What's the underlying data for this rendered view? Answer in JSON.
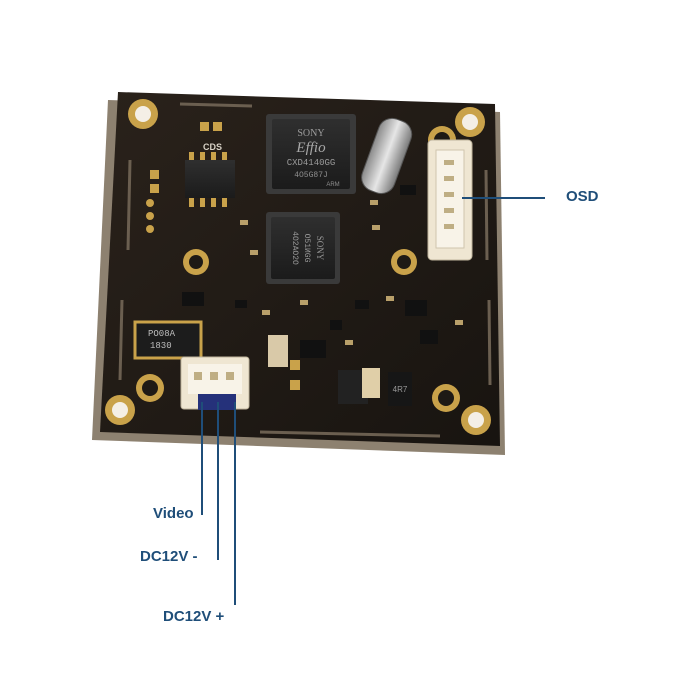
{
  "labels": {
    "osd": "OSD",
    "video": "Video",
    "dc_minus": "DC12V -",
    "dc_plus": "DC12V +"
  },
  "chip_main": {
    "brand": "SONY",
    "name": "Effio",
    "part": "CXD4140GG",
    "code": "4O5G87J",
    "mark": "ARM"
  },
  "chip_second": {
    "brand": "SONY",
    "line1": "O51ИGG",
    "line2": "4O2AO2O"
  },
  "silkscreen": {
    "cds": "CDS",
    "crystal_code": "PO08A",
    "crystal_code2": "1830",
    "inductor": "4R7"
  },
  "colors": {
    "board": "#201a14",
    "pad_gold": "#c9a24a",
    "label_blue": "#1f4e79",
    "connector": "#efe6d2"
  }
}
